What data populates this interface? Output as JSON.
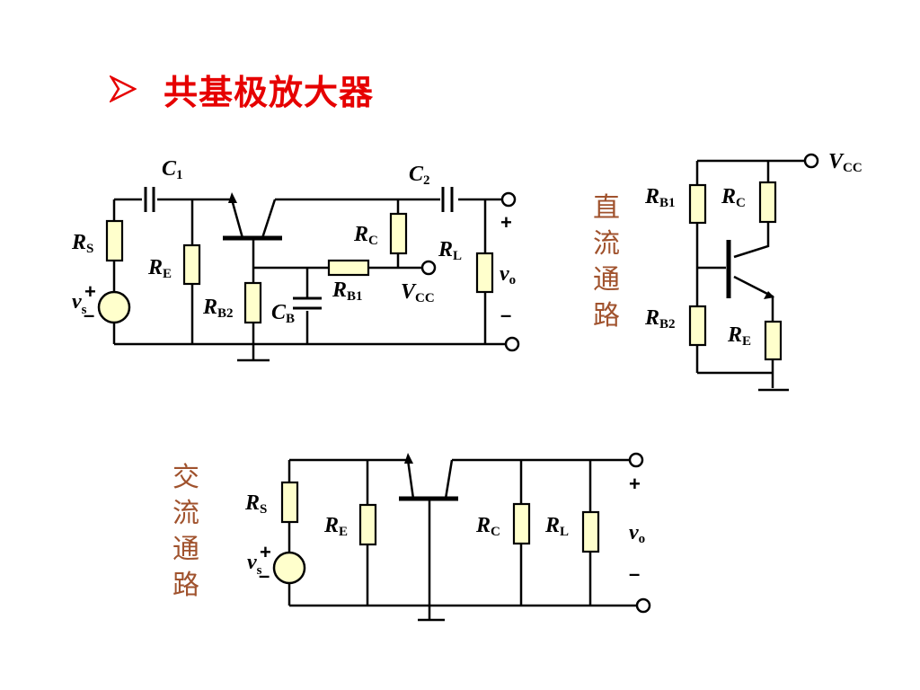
{
  "title": "共基极放大器",
  "dc_path_label": "直流通路",
  "ac_path_label": "交流通路",
  "colors": {
    "title": "#e60000",
    "path_label": "#a0522d",
    "resistor_fill": "#ffffcc",
    "source_fill": "#ffffcc"
  },
  "labels": {
    "C": "C",
    "R": "R",
    "V": "V",
    "v": "v",
    "sub_1": "1",
    "sub_2": "2",
    "sub_S": "S",
    "sub_s": "s",
    "sub_E": "E",
    "sub_C": "C",
    "sub_L": "L",
    "sub_B": "B",
    "sub_B1": "B1",
    "sub_B2": "B2",
    "sub_CC": "CC",
    "sub_o": "o",
    "plus": "+",
    "minus": "–"
  },
  "icons": {
    "title_bullet": "arrow-bullet-icon",
    "ac_source": "ac-source-icon",
    "ground": "ground-icon",
    "terminal": "terminal-icon"
  }
}
